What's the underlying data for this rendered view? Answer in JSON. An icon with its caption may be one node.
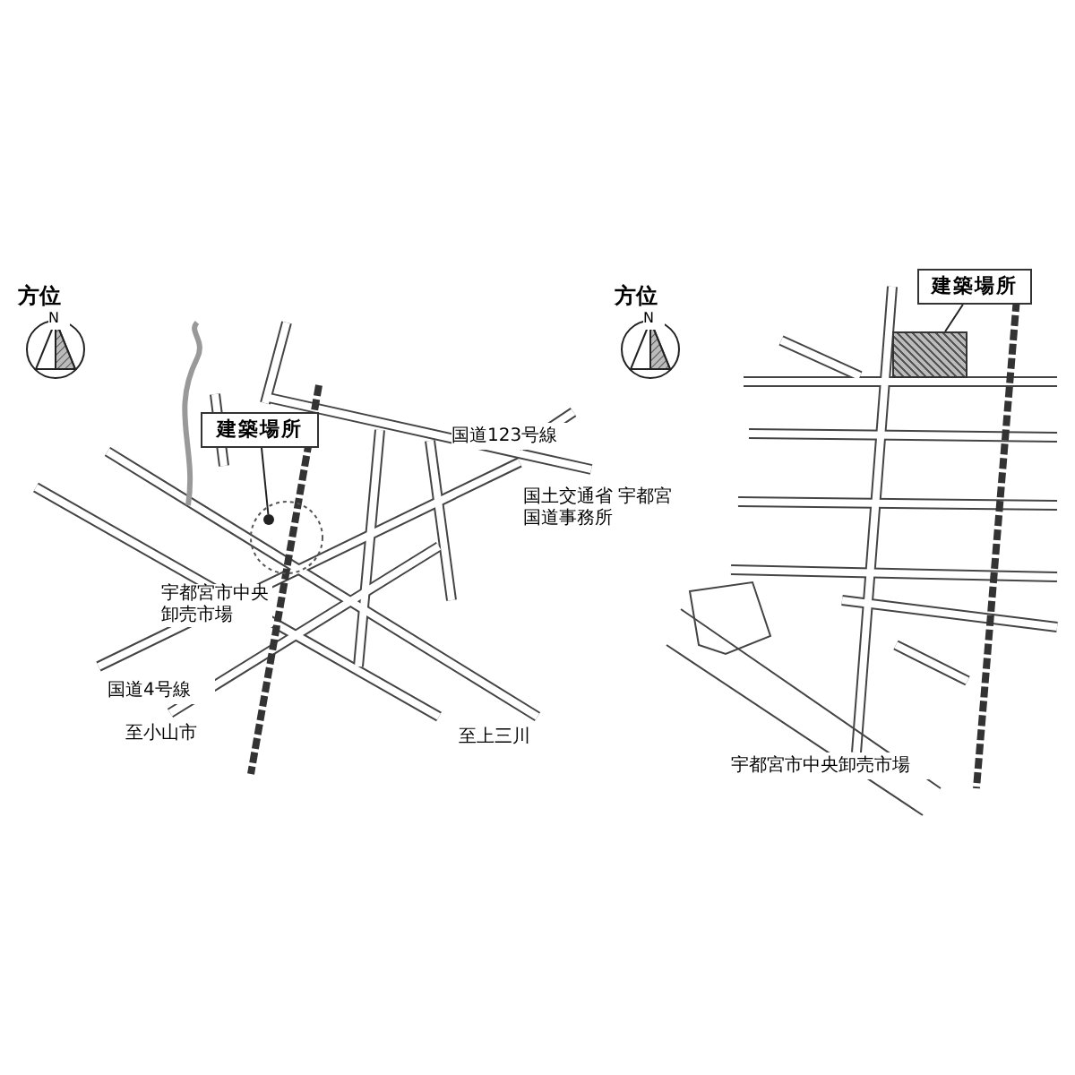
{
  "diagram": {
    "nodes": [
      {
        "text": [
          "建築場所"
        ]
      },
      {
        "text": [],
        "shape": "circle"
      },
      {
        "text": [
          "建築場所"
        ]
      },
      {
        "text": [],
        "shape": "box"
      }
    ],
    "edges": [
      {
        "from": 0,
        "to": 1,
        "arrow": "none"
      },
      {
        "from": 2,
        "to": 3,
        "arrow": "none"
      }
    ],
    "labels": [
      "方位",
      "N",
      "国道123号線",
      "国土交通省 宇都宮国道事務所",
      "宇都宮市中央卸売市場",
      "国道4号線",
      "至小山市",
      "至上三川",
      "方位",
      "N",
      "宇都宮市中央卸売市場"
    ]
  }
}
